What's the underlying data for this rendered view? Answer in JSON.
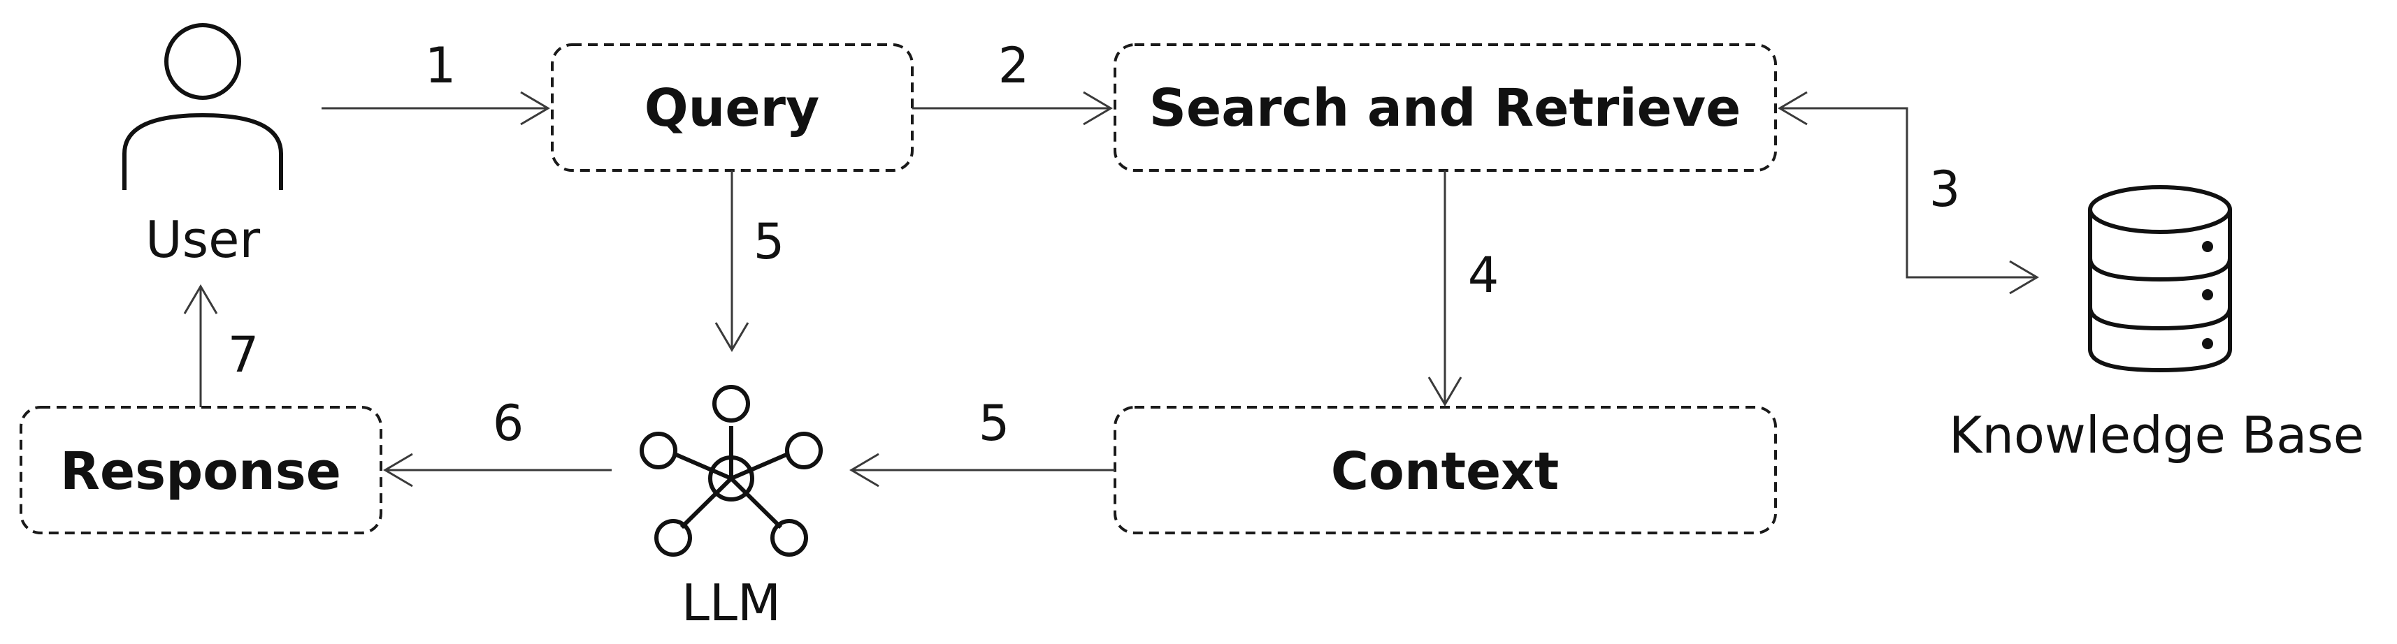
{
  "nodes": {
    "user": "User",
    "query": "Query",
    "search_retrieve": "Search and Retrieve",
    "knowledge_base": "Knowledge Base",
    "context": "Context",
    "llm": "LLM",
    "response": "Response"
  },
  "edges": {
    "user_to_query": "1",
    "query_to_search": "2",
    "search_to_kb": "3",
    "search_to_context": "4",
    "query_to_llm": "5",
    "context_to_llm": "5",
    "llm_to_response": "6",
    "response_to_user": "7"
  }
}
